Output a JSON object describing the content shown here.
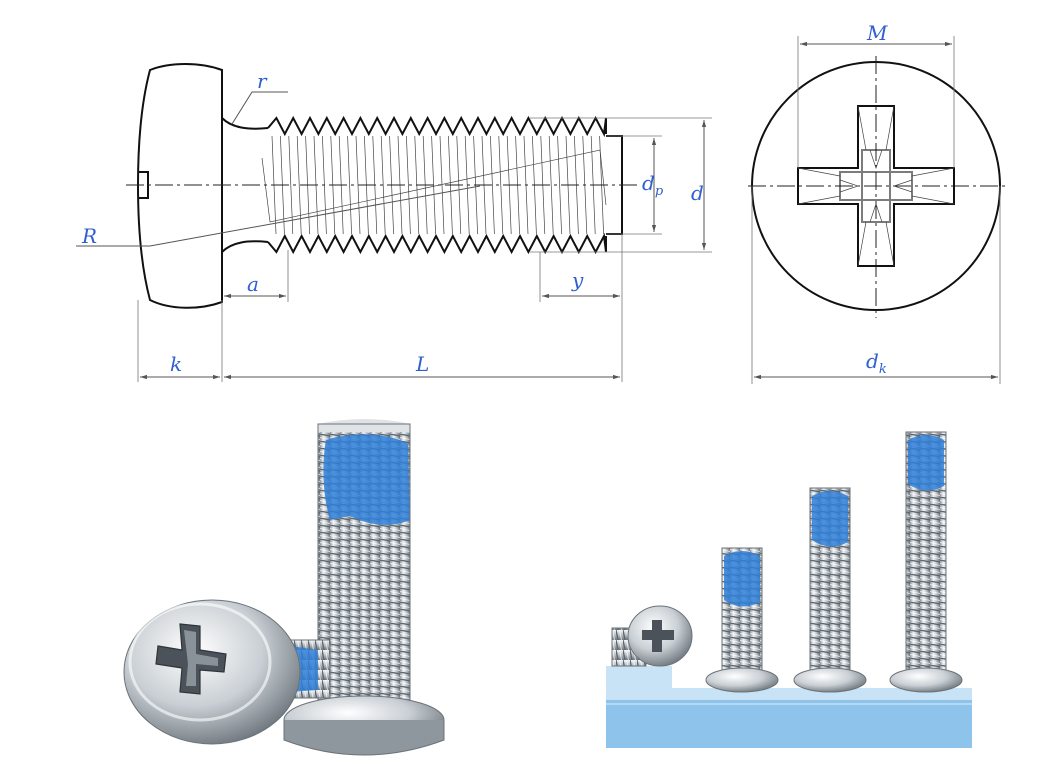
{
  "colors": {
    "label_blue": "#2f5fd0",
    "patch_blue": "#2e7fd8",
    "platform_top": "#c9e3f6",
    "platform_side": "#8ec4ec",
    "metal_light": "#e8ecef",
    "metal_dark": "#7f8790"
  },
  "diagram": {
    "labels": {
      "r": "r",
      "R": "R",
      "a": "a",
      "y": "y",
      "k": "k",
      "L": "L",
      "d": "d",
      "dp_main": "d",
      "dp_sub": "p",
      "M": "M",
      "dk_main": "d",
      "dk_sub": "k"
    }
  },
  "photos": {
    "left": {
      "subject": "pan head phillips screws with blue nylon thread-lock patch",
      "icons": [
        "phillips-recess-icon"
      ]
    },
    "right": {
      "subject": "four screws of increasing length standing on a stepped blue platform",
      "screw_count": 4
    }
  }
}
